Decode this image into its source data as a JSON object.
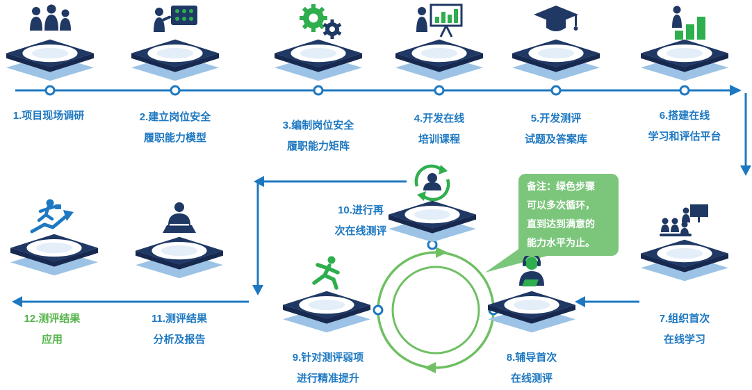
{
  "colors": {
    "arrow_blue": "#1d78c1",
    "navy": "#1f3864",
    "platform_light_blue": "#9cc3e5",
    "icon_green": "#2fae4e",
    "loop_green": "#6fbf63",
    "callout_green": "#7cc67c",
    "step12_green": "#56b54c",
    "white": "#ffffff"
  },
  "steps": [
    {
      "id": 1,
      "line1": "1.项目现场调研",
      "line2": "",
      "icon": "research-people-icon"
    },
    {
      "id": 2,
      "line1": "2.建立岗位安全",
      "line2": "履职能力模型",
      "icon": "model-board-icon"
    },
    {
      "id": 3,
      "line1": "3.编制岗位安全",
      "line2": "履职能力矩阵",
      "icon": "gears-icon"
    },
    {
      "id": 4,
      "line1": "4.开发在线",
      "line2": "培训课程",
      "icon": "presentation-chart-icon"
    },
    {
      "id": 5,
      "line1": "5.开发测评",
      "line2": "试题及答案库",
      "icon": "graduation-cap-icon"
    },
    {
      "id": 6,
      "line1": "6.搭建在线",
      "line2": "学习和评估平台",
      "icon": "growth-steps-icon"
    },
    {
      "id": 7,
      "line1": "7.组织首次",
      "line2": "在线学习",
      "icon": "classroom-icon"
    },
    {
      "id": 8,
      "line1": "8.辅导首次",
      "line2": "在线测评",
      "icon": "coach-headset-icon"
    },
    {
      "id": 9,
      "line1": "9.针对测评弱项",
      "line2": "进行精准提升",
      "icon": "runner-icon"
    },
    {
      "id": 10,
      "line1": "10.进行再",
      "line2": "次在线测评",
      "icon": "retry-person-icon"
    },
    {
      "id": 11,
      "line1": "11.测评结果",
      "line2": "分析及报告",
      "icon": "laptop-person-icon"
    },
    {
      "id": 12,
      "line1": "12.测评结果",
      "line2": "应用",
      "icon": "career-arrow-icon",
      "label_color": "green"
    }
  ],
  "callout": {
    "line1": "备注：绿色步骤",
    "line2": "可以多次循环，",
    "line3": "直到达到满意的",
    "line4": "能力水平为止。"
  }
}
